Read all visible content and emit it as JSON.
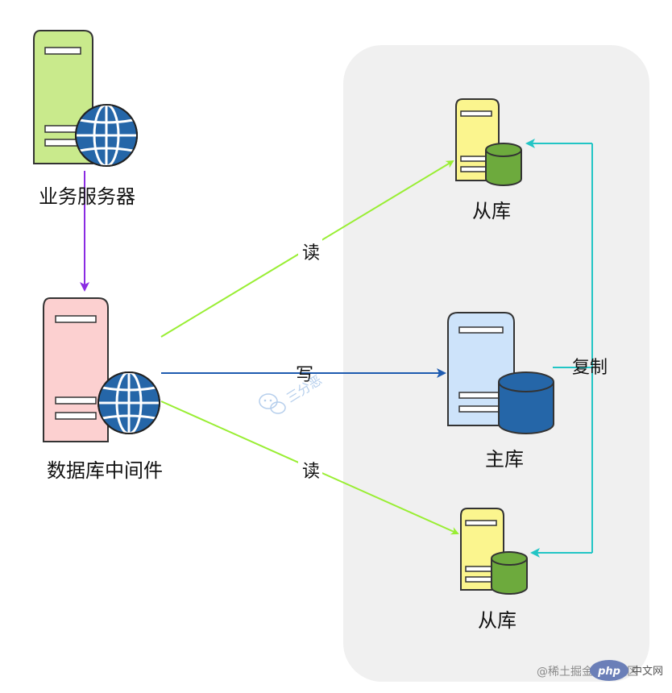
{
  "nodes": {
    "business_server": {
      "label": "业务服务器"
    },
    "db_middleware": {
      "label": "数据库中间件"
    },
    "replica_top": {
      "label": "从库"
    },
    "master": {
      "label": "主库"
    },
    "replica_bottom": {
      "label": "从库"
    }
  },
  "edges": {
    "read_top": {
      "label": "读"
    },
    "write": {
      "label": "写"
    },
    "read_bottom": {
      "label": "读"
    },
    "replicate": {
      "label": "复制"
    }
  },
  "watermarks": {
    "center": "三分恶",
    "footer_site": "@稀土掘金技术社区",
    "footer_php": "php",
    "footer_cn": "中文网"
  },
  "colors": {
    "read_arrow": "#99ee33",
    "write_arrow": "#1e5bb0",
    "flow_arrow": "#8a2be2",
    "replicate_arrow": "#22c5c5",
    "panel_bg": "#f0f0f0",
    "globe": "#2566a8",
    "replica_server": "#fbf58e",
    "replica_db": "#6daa3d",
    "master_server": "#cde3fa",
    "master_db": "#2566a8",
    "business_server": "#c9ea8c",
    "middleware_server": "#fcd0d0"
  }
}
